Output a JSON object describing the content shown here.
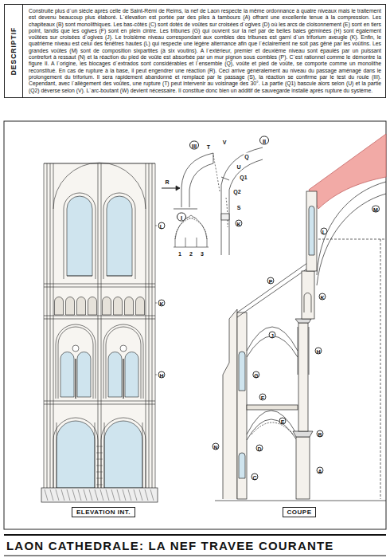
{
  "diagram": {
    "title": "LAON CATHEDRALE: LA NEF TRAVEE COURANTE",
    "nodes": [
      {
        "text": [
          "DESCRIPTIF",
          "Construite plus d´un siècle après celle de Saint-Rémi de Reims, la nef de Laon respecte la même ordonnance à quatre niveaux mais le traitement est devenu beaucoup plus élaboré. L´élevation est portée par des piles à tambours (A) offrant une excellente tenue à la compression. Les chapiteaux (B) sont monolithiques. Les bas-côtés (C) sont dotés de voûtes sur croisées d´ogives (D) où les arcs de cloisonnement (E) sont en tiers point, tandis que les ogives (F) sont en plein cintre. Les tribunes (G) qui ouvrent sur la nef par de belles baies géminées (H) sont également voûtées sur croisées d´ogives (J). Le troisième niveau correspondant aux combles des tribunes est garni d´un triforium aveugle (K). Enfin, le quatrième niveau est celui des fenêtres hautes (L) qui respecte une légère alternance afin que l´éclairement ne soit pas gêné par les voûtins. Les grandes voûtes (M) sont de composition sixpartites (à six voutins). A l´extérieur, premier et deuxième niveau sont épaulés par un puissant contrefort à ressaut (N) et la réaction du pied de voûte est absorbée par un mur pignon sous combles (P). C´est rationnel comme le démontre la figure II. A l´origine, les blocages d´extrados sont considérables et l´ensemble (Q), voûte et pied de voûte, se comporte comme un monolithe reconstitué. En cas de rupture à la base, il peut engendrer une réaction (R). Ceci arrive généralement au niveau du passage aménagé dans le prolongement du triforium. Il sera rapidement abandonné et remplacé par le passage (S), la réaction se confirme par le test du roule (III). Cependant, avec l´allègement des voûtes, une rupture (T) peut intervenir au voisinage des 30°. La partie (Q1) bascule alors selon (U) et la partie (Q2) déverse selon (V). L´arc-boutant (W) devient nécessaire. Il constitue donc bien un additif de sauvegarde installé après rupture du système."
        ]
      },
      {
        "text": [
          "ELEVATION INT."
        ]
      },
      {
        "text": [
          "COUPE"
        ]
      }
    ],
    "labels": [
      "L",
      "K",
      "H",
      "III",
      "R",
      "T",
      "V",
      "U",
      "Q1",
      "Q2",
      "S",
      "II",
      "Q",
      "K",
      "I",
      "1",
      "2",
      "3",
      "M",
      "L",
      "P",
      "K",
      "J",
      "G",
      "H",
      "F",
      "E",
      "D",
      "C",
      "B",
      "A",
      "N"
    ]
  }
}
